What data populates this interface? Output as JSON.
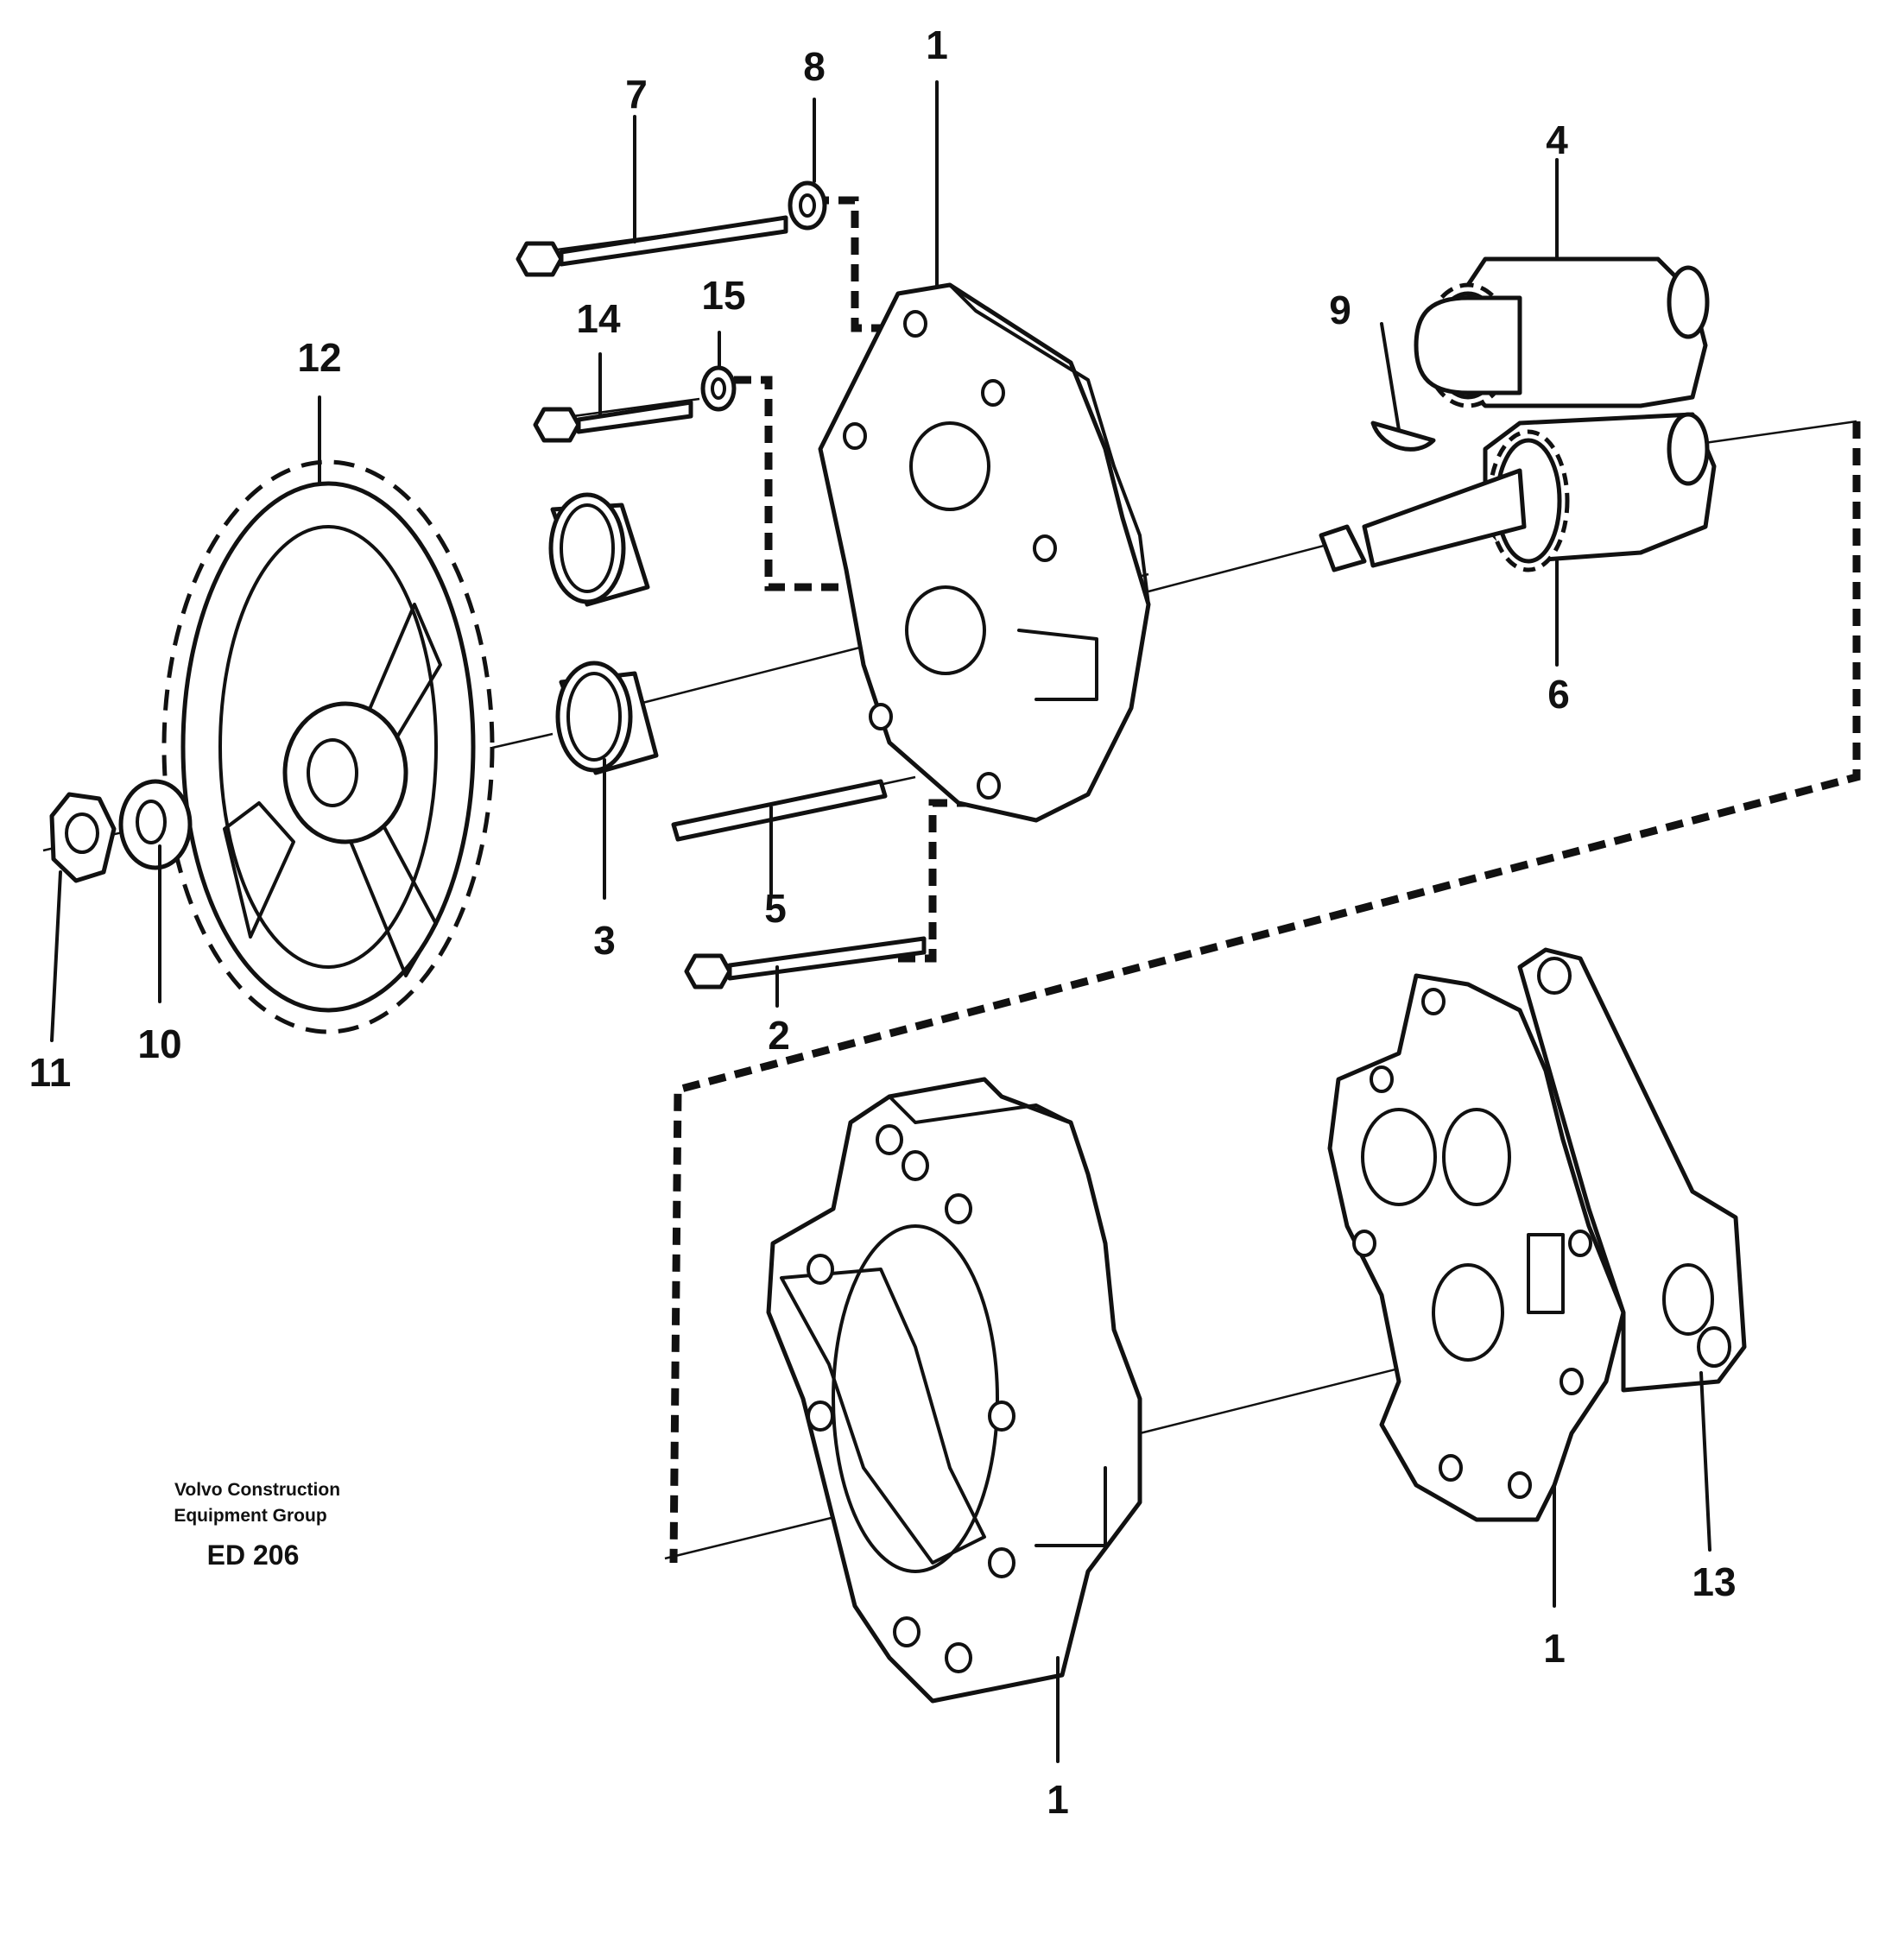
{
  "caption": {
    "company_line1": "Volvo Construction",
    "company_line2": "Equipment Group",
    "drawing_code": "ED 206"
  },
  "callouts": {
    "c1_top": "1",
    "c1_bottom_left": "1",
    "c1_bottom_right": "1",
    "c2": "2",
    "c3": "3",
    "c4": "4",
    "c5": "5",
    "c6": "6",
    "c7": "7",
    "c8": "8",
    "c9": "9",
    "c10": "10",
    "c11": "11",
    "c12": "12",
    "c13": "13",
    "c14": "14",
    "c15": "15"
  }
}
